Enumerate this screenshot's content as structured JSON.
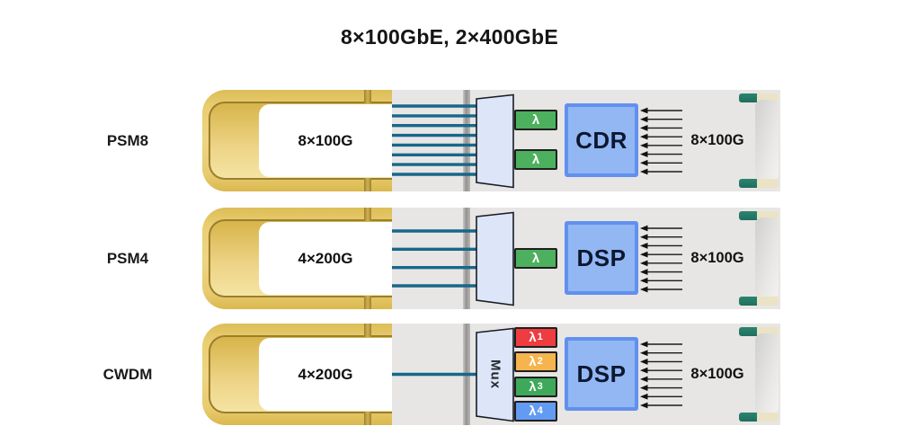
{
  "title": "8×100GbE, 2×400GbE",
  "rows": [
    {
      "label": "PSM8",
      "left_port": "8×100G",
      "optical_lanes": 8,
      "mux_label": "",
      "wavelength_blocks": [
        {
          "base": "λ",
          "sub": "",
          "color": "#4cb05e"
        },
        {
          "base": "λ",
          "sub": "",
          "color": "#4cb05e"
        }
      ],
      "chip": "CDR",
      "electrical_lanes": 8,
      "right_port": "8×100G"
    },
    {
      "label": "PSM4",
      "left_port": "4×200G",
      "optical_lanes": 4,
      "mux_label": "",
      "wavelength_blocks": [
        {
          "base": "λ",
          "sub": "",
          "color": "#4cb05e"
        }
      ],
      "chip": "DSP",
      "electrical_lanes": 8,
      "right_port": "8×100G"
    },
    {
      "label": "CWDM",
      "left_port": "4×200G",
      "optical_lanes": 1,
      "mux_label": "Mux",
      "wavelength_blocks": [
        {
          "base": "λ",
          "sub": "1",
          "color": "#ee3c40"
        },
        {
          "base": "λ",
          "sub": "2",
          "color": "#f6b44e"
        },
        {
          "base": "λ",
          "sub": "3",
          "color": "#3ea95a"
        },
        {
          "base": "λ",
          "sub": "4",
          "color": "#639bf2"
        }
      ],
      "chip": "DSP",
      "electrical_lanes": 8,
      "right_port": "8×100G"
    }
  ],
  "colors": {
    "optical_line": "#17678a",
    "chip_fill": "#93b7f3",
    "chip_border": "#6190ee",
    "coupler_fill": "#dce6f8",
    "connector_gold": "#e8cb6f",
    "connector_teal": "#2a8570",
    "connector_cream": "#eae3c6"
  }
}
